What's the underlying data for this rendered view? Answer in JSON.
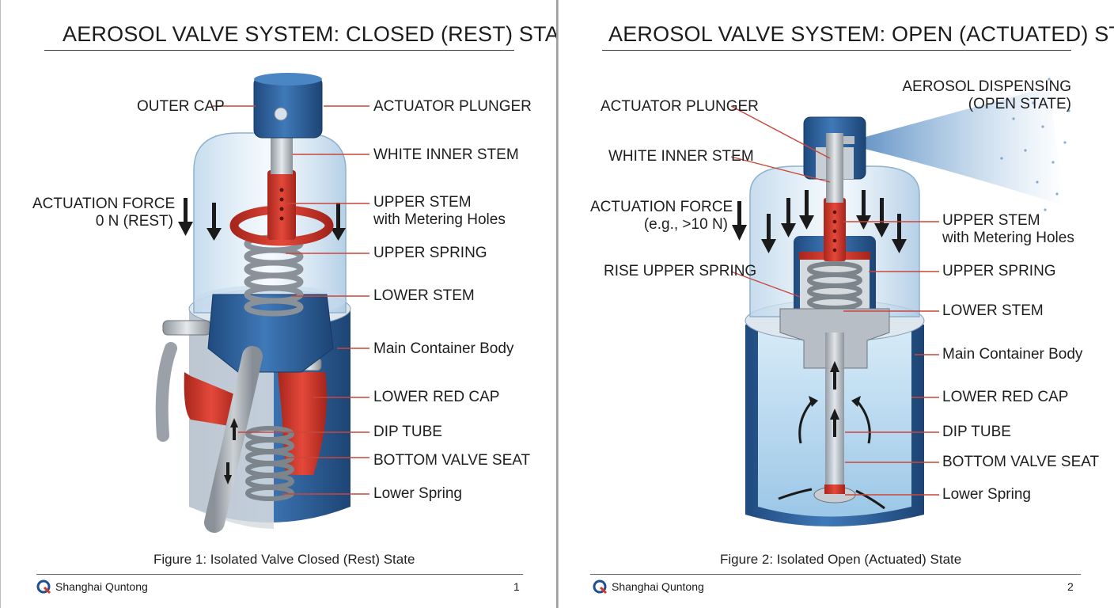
{
  "left": {
    "title": "AEROSOL VALVE SYSTEM: CLOSED (REST) STATE",
    "labels": {
      "outer_cap": "OUTER CAP",
      "actuator_plunger": "ACTUATOR PLUNGER",
      "white_inner_stem": "WHITE INNER STEM",
      "actuation_force_line1": "ACTUATION FORCE",
      "actuation_force_line2": "0 N (REST)",
      "upper_stem_line1": "UPPER STEM",
      "upper_stem_line2": "with Metering Holes",
      "upper_spring": "UPPER SPRING",
      "lower_stem": "LOWER STEM",
      "main_container_body": "Main Container Body",
      "lower_red_cap": "LOWER RED CAP",
      "dip_tube": "DIP TUBE",
      "bottom_valve_seat": "BOTTOM VALVE SEAT",
      "lower_spring": "Lower Spring"
    },
    "caption": "Figure 1: Isolated Valve Closed (Rest) State",
    "brand": "Shanghai Quntong",
    "page_number": "1"
  },
  "right": {
    "title": "AEROSOL VALVE SYSTEM: OPEN (ACTUATED) STATE",
    "labels": {
      "aerosol_line1": "AEROSOL DISPENSING",
      "aerosol_line2": "(OPEN STATE)",
      "actuator_plunger": "ACTUATOR PLUNGER",
      "white_inner_stem": "WHITE INNER STEM",
      "actuation_force_line1": "ACTUATION FORCE",
      "actuation_force_line2": "(e.g., >10 N)",
      "upper_spring_left": "RISE UPPER SPRING",
      "upper_stem_line1": "UPPER STEM",
      "upper_stem_line2": "with Metering Holes",
      "upper_spring": "UPPER SPRING",
      "lower_stem": "LOWER STEM",
      "main_container_body": "Main Container Body",
      "lower_red_cap": "LOWER RED CAP",
      "dip_tube": "DIP TUBE",
      "bottom_valve_seat": "BOTTOM VALVE SEAT",
      "lower_spring": "Lower Spring"
    },
    "caption": "Figure 2: Isolated Open (Actuated) State",
    "brand": "Shanghai Quntong",
    "page_number": "2"
  },
  "colors": {
    "blue": "#2f63a0",
    "red": "#d5392c",
    "glass": "#cfe3f2",
    "steel": "#bfc5cb",
    "leader": "#c9473c"
  },
  "icons": {
    "logo": "q-logo-icon",
    "force_arrow": "down-arrow-icon"
  }
}
